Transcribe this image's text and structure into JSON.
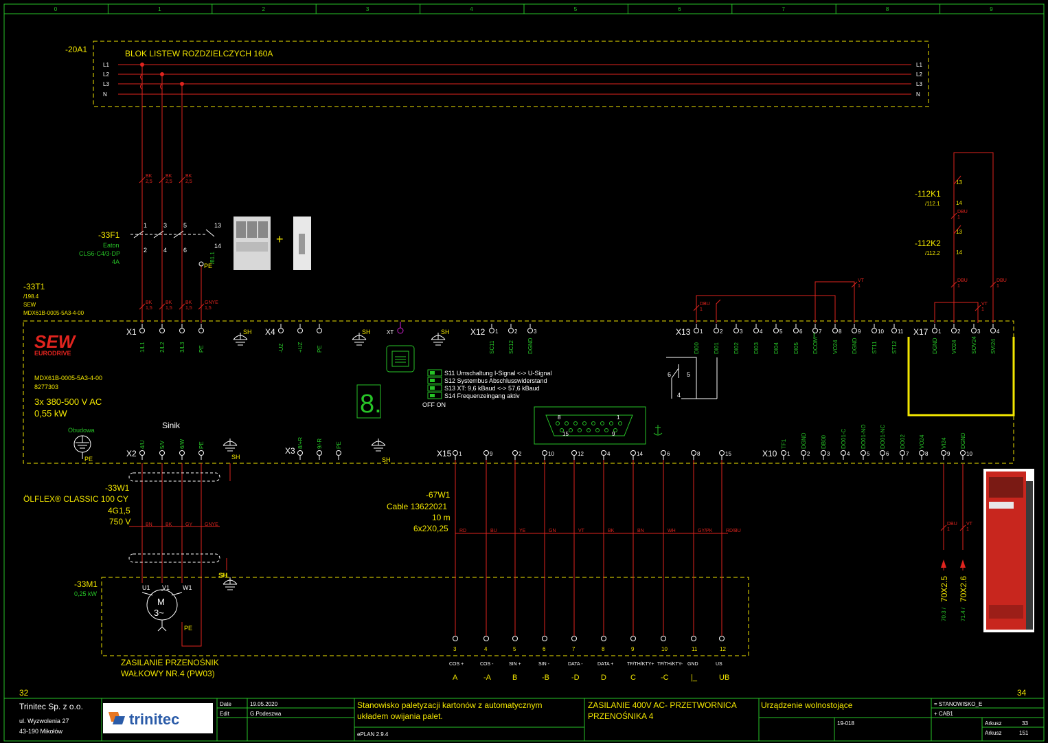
{
  "colors": {
    "bg": "#000000",
    "frame": "#27c427",
    "wire": "#e0241e",
    "label": "#f2e600",
    "text": "#27c427"
  },
  "grid_columns": [
    "0",
    "1",
    "2",
    "3",
    "4",
    "5",
    "6",
    "7",
    "8",
    "9"
  ],
  "distribution_block": {
    "tag": "-20A1",
    "title": "BLOK LISTEW ROZDZIELCZYCH 160A",
    "rails": [
      "L1",
      "L2",
      "L3",
      "N"
    ]
  },
  "breaker": {
    "tag": "-33F1",
    "maker": "Eaton",
    "type": "CLS6-C4/3-DP",
    "rating": "4A",
    "in_terminals": [
      "1",
      "3",
      "5"
    ],
    "out_terminals": [
      "2",
      "4",
      "6"
    ],
    "aux_top": "13",
    "aux_bottom": "14",
    "aux_ref": "/81.1",
    "pe": "PE",
    "plus": "+"
  },
  "wire_marks": {
    "bk25": [
      "BK",
      "2,5"
    ],
    "bk15": [
      "BK",
      "1,5"
    ],
    "gnye": [
      "GNYE",
      "1,5"
    ],
    "dbu": [
      "DBU",
      "1"
    ],
    "vt": [
      "VT",
      "1"
    ]
  },
  "drive": {
    "tag": "-33T1",
    "ref": "/198.4",
    "maker": "SEW",
    "model": "MDX61B-0005-5A3-4-00",
    "logo": "SEW",
    "logo_sub": "EURODRIVE",
    "model2": "MDX61B-0005-5A3-4-00",
    "serial": "8277303",
    "voltage": "3x 380-500 V AC",
    "power": "0,55 kW",
    "motor_label": "Sinik",
    "housing_label": "Obudowa",
    "xt": "XT",
    "sh": "SH"
  },
  "x1": {
    "name": "X1",
    "pins": [
      "1/L1",
      "2/L2",
      "3/L3",
      "PE"
    ]
  },
  "x4": {
    "name": "X4",
    "pins": [
      "-UZ",
      "+UZ",
      "PE"
    ]
  },
  "x12": {
    "name": "X12",
    "pins": [
      "1",
      "2",
      "3"
    ],
    "labels": [
      "SC11",
      "SC12",
      "DGND"
    ]
  },
  "x13": {
    "name": "X13",
    "pins": [
      "1",
      "2",
      "3",
      "4",
      "5",
      "6",
      "7",
      "8",
      "9",
      "10",
      "11"
    ],
    "labels": [
      "DI00",
      "DI01",
      "DI02",
      "DI03",
      "DI04",
      "DI05",
      "DCOM**",
      "VO24",
      "DGND",
      "ST11",
      "ST12"
    ]
  },
  "x17": {
    "name": "X17",
    "pins": [
      "1",
      "2",
      "3",
      "4"
    ],
    "labels": [
      "DGND",
      "VO24",
      "SOV24",
      "SVI24"
    ]
  },
  "x2": {
    "name": "X2",
    "pins": [
      "4/U",
      "5/V",
      "6/W",
      "PE"
    ]
  },
  "x3": {
    "name": "X3",
    "pins": [
      "8/+R",
      "9/-R",
      "PE"
    ]
  },
  "x15": {
    "name": "X15",
    "pins": [
      "1",
      "9",
      "2",
      "10",
      "12",
      "4",
      "14",
      "6",
      "8",
      "15"
    ]
  },
  "x10": {
    "name": "X10",
    "pins": [
      "1",
      "2",
      "3",
      "4",
      "5",
      "6",
      "7",
      "8",
      "9",
      "10"
    ],
    "labels": [
      "TF1",
      "DGND",
      "DB00",
      "DO01-C",
      "DO01-NO",
      "DO01-NC",
      "DO02",
      "VO24",
      "VI24",
      "DGND"
    ]
  },
  "switches": {
    "lines": [
      "S11 Umschaltung I-Signal <-> U-Signal",
      "S12 Systembus Abschlusswiderstand",
      "S13 XT: 9,6 kBaud <-> 57,6 kBaud",
      "S14 Frequenzeingang aktiv"
    ],
    "off_on": "OFF ON"
  },
  "relay_contact": {
    "pins": [
      "6",
      "5",
      "4"
    ]
  },
  "seven_seg": "8.",
  "dsub": {
    "top_left": "8",
    "top_right": "1",
    "bottom_left": "15",
    "bottom_right": "9"
  },
  "relays": [
    {
      "tag": "-112K1",
      "ref": "/112.1",
      "top": "13",
      "bottom": "14"
    },
    {
      "tag": "-112K2",
      "ref": "/112.2",
      "top": "13",
      "bottom": "14"
    }
  ],
  "motor_cable": {
    "tag": "-33W1",
    "type": "ÖLFLEX® CLASSIC 100 CY",
    "cores": "4G1,5",
    "voltage": "750 V",
    "colors": [
      "BN",
      "BK",
      "GY",
      "GNYE"
    ],
    "sh": "SH"
  },
  "encoder_cable": {
    "tag": "-67W1",
    "type": "Cable 13622021",
    "length": "10 m",
    "cores": "6x2X0,25",
    "colors": [
      "RD",
      "BU",
      "YE",
      "GN",
      "VT",
      "BK",
      "BN",
      "WH",
      "GY/PK",
      "RD/BU"
    ]
  },
  "motor": {
    "tag": "-33M1",
    "power": "0,25 kW",
    "terminals": [
      "U1",
      "V1",
      "W1"
    ],
    "symbol": "M",
    "phase": "3~",
    "pe": "PE",
    "sh": "SH",
    "title_line1": "ZASILANIE PRZENOŚNIK",
    "title_line2": "WAŁKOWY NR.4 (PW03)"
  },
  "encoder_terminals": {
    "numbers": [
      "3",
      "4",
      "5",
      "6",
      "7",
      "8",
      "9",
      "10",
      "11",
      "12"
    ],
    "signals": [
      "COS +",
      "COS -",
      "SIN +",
      "SIN -",
      "DATA -",
      "DATA +",
      "TF/TH/KTY+",
      "TF/TH/KTY-",
      "GND",
      "US"
    ],
    "letters": [
      "A",
      "-A",
      "B",
      "-B",
      "-D",
      "D",
      "C",
      "-C",
      "|_",
      "UB"
    ]
  },
  "outputs": [
    {
      "label": "70X2.5",
      "ref": "70.3 /"
    },
    {
      "label": "70X2.6",
      "ref": "71.4 /"
    }
  ],
  "page_prev": "32",
  "page_next": "34",
  "title_block": {
    "company": "Trinitec Sp. z o.o.",
    "street": "ul. Wyzwolenia 27",
    "city": "43-190 Mikołów",
    "logo": "trinitec",
    "date_label": "Date",
    "date": "19.05.2020",
    "edit_label": "Edit",
    "editor": "G.Podeszwa",
    "project_line1": "Stanowisko paletyzacji kartonów z automatycznym",
    "project_line2": "układem owijania palet.",
    "software": "ePLAN  2.9.4",
    "page_title_line1": "ZASILANIE 400V AC- PRZETWORNICA",
    "page_title_line2": "PRZENOŚNIKA 4",
    "location": "Urządzenie wolnostojące",
    "plant": "= STANOWISKO_E",
    "cabinet": "+ CAB1",
    "project_no": "19-018",
    "sheet_label": "Arkusz",
    "sheet": "33",
    "sheets_label": "Arkusz",
    "sheets": "151"
  }
}
